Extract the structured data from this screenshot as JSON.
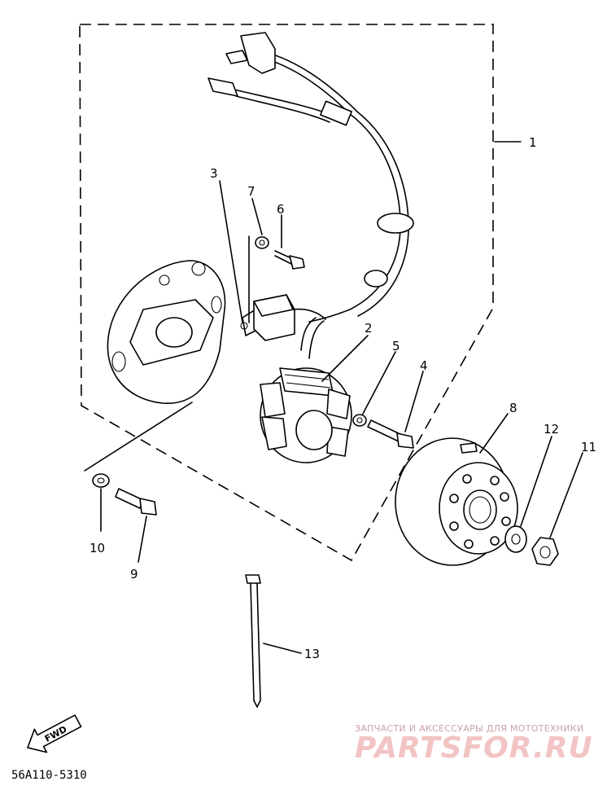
{
  "callouts": {
    "c1": "1",
    "c2": "2",
    "c3": "3",
    "c4": "4",
    "c5": "5",
    "c6": "6",
    "c7": "7",
    "c8": "8",
    "c9": "9",
    "c10": "10",
    "c11": "11",
    "c12": "12",
    "c13": "13"
  },
  "direction_label": "FWD",
  "diagram_code": "56A110-5310",
  "watermark": {
    "tagline": "ЗАПЧАСТИ И АКСЕССУАРЫ ДЛЯ МОТОТЕХНИКИ",
    "logo": "PARTSFOR.RU",
    "color": "#f2c4c4"
  }
}
